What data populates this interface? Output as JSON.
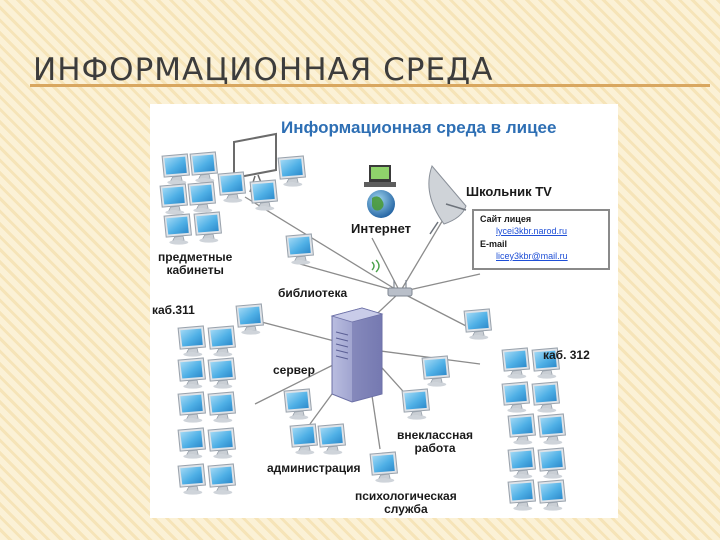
{
  "slide": {
    "title": "ИНФОРМАЦИОННАЯ СРЕДА",
    "accent_color": "#d9a760"
  },
  "diagram": {
    "title": "Информационная среда в лицее",
    "labels": {
      "internet": "Интернет",
      "school_tv": "Школьник TV",
      "subject_rooms": "предметные\nкабинеты",
      "room_311": "каб.311",
      "library": "библиотека",
      "server": "сервер",
      "room_312": "каб. 312",
      "extracurricular": "внеклассная\nработа",
      "administration": "администрация",
      "psych_service": "психологическая\nслужба"
    },
    "info_box": {
      "site_label": "Сайт лицея",
      "site_link": "lycei3kbr.narod.ru",
      "email_label": "E-mail",
      "email_link": "licey3kbr@mail.ru"
    },
    "colors": {
      "title": "#2e6fb4",
      "link": "#1f4fd6",
      "monitor_screen": "#4fb0e6",
      "server": "#8f93c6"
    },
    "icons": [
      "computer-monitor-icon",
      "server-tower-icon",
      "globe-computer-icon",
      "satellite-dish-icon",
      "whiteboard-icon",
      "wireless-router-icon"
    ]
  }
}
